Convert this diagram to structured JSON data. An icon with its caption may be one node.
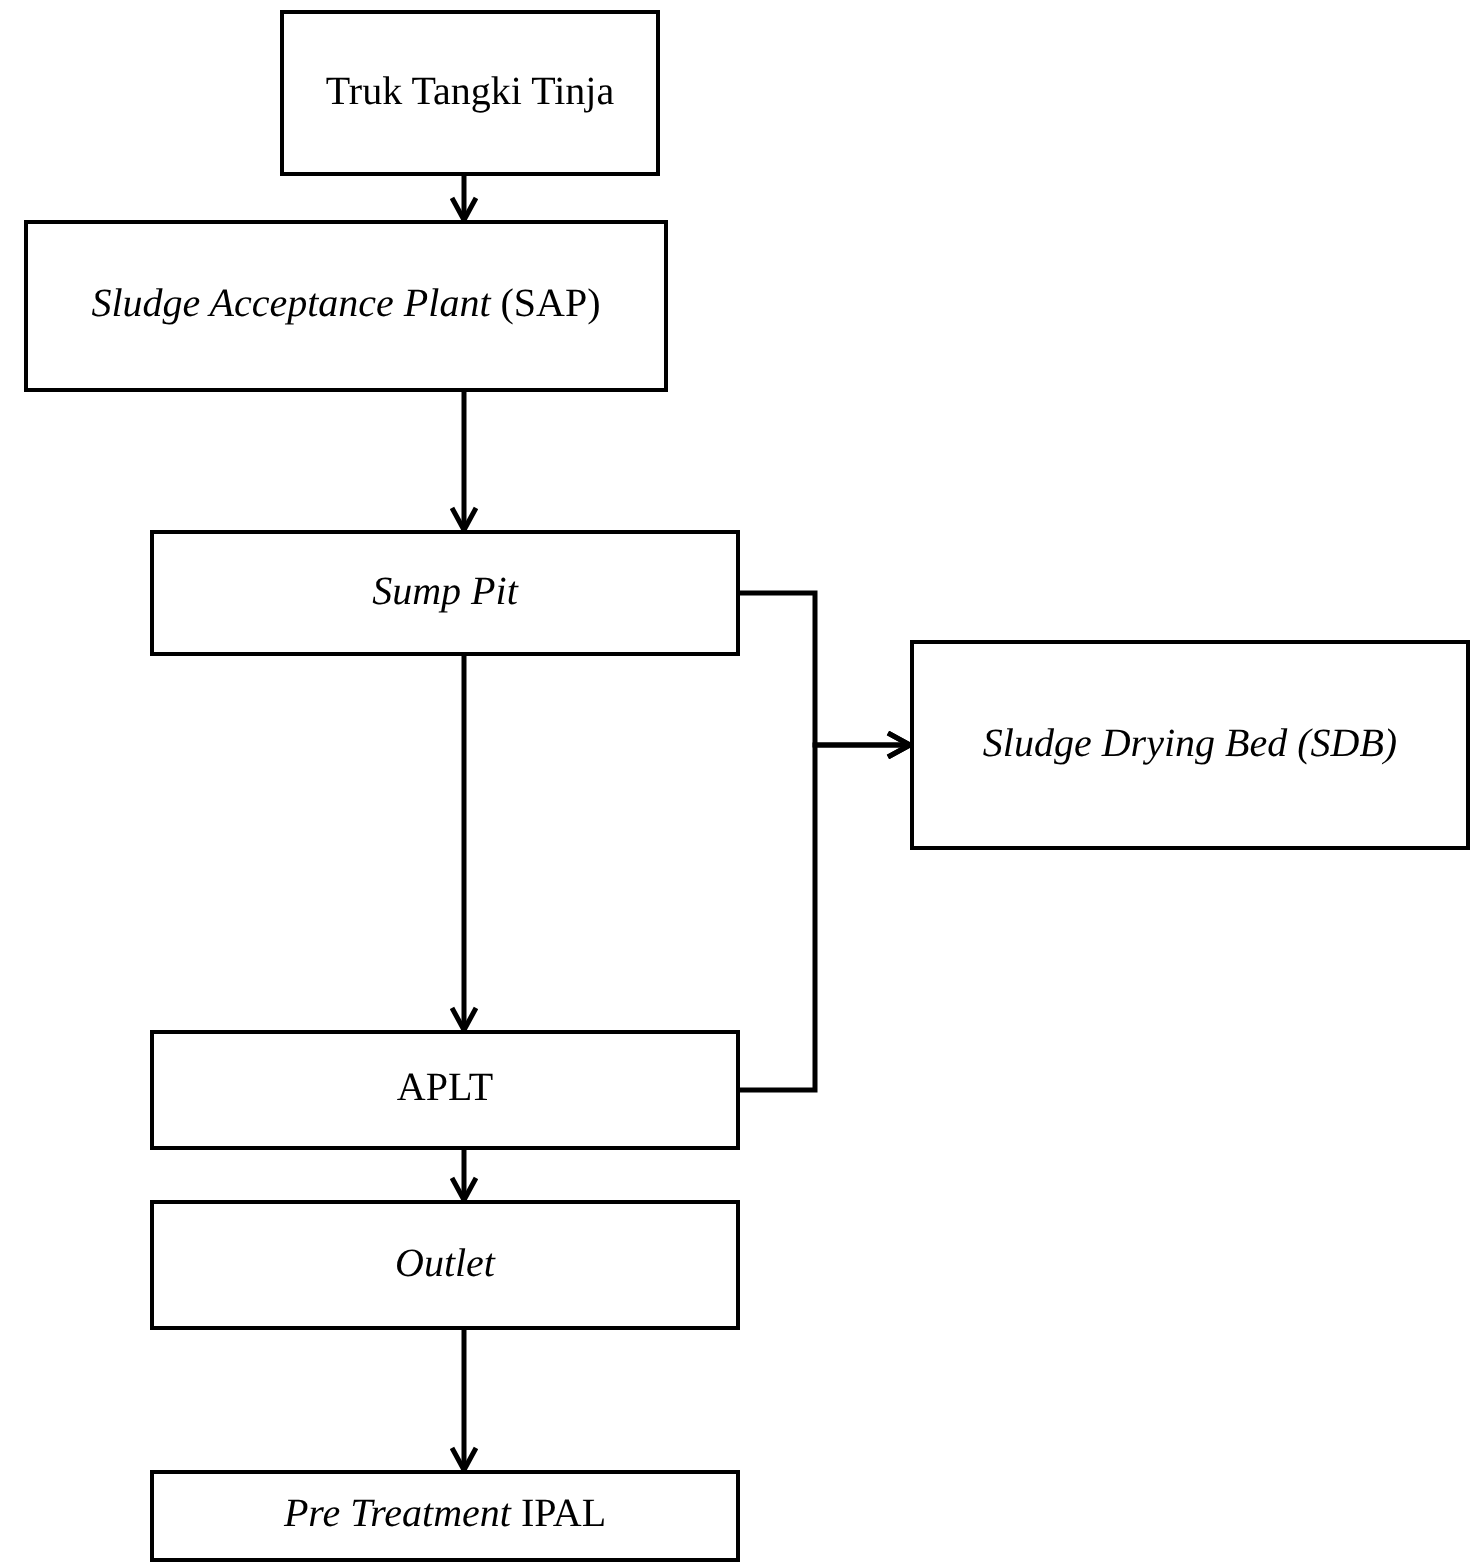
{
  "diagram": {
    "nodes": [
      {
        "text": [
          "Truk Tangki Tinja"
        ]
      },
      {
        "text": [
          "*Sludge Acceptance Plant* (SAP)"
        ]
      },
      {
        "text": [
          "Sump Pit"
        ]
      },
      {
        "text": [
          "Sludge Drying Bed (SDB)"
        ]
      },
      {
        "text": [
          "APLT"
        ]
      },
      {
        "text": [
          "Outlet"
        ]
      },
      {
        "text": [
          "*Pre Treatment* IPAL"
        ]
      }
    ],
    "edges": [
      {
        "from": 0,
        "to": 1,
        "arrow": "to"
      },
      {
        "from": 1,
        "to": 2,
        "arrow": "to"
      },
      {
        "from": 2,
        "to": 4,
        "arrow": "to"
      },
      {
        "from": 2,
        "to": 3,
        "arrow": "to"
      },
      {
        "from": 4,
        "to": 3,
        "arrow": "to"
      },
      {
        "from": 4,
        "to": 5,
        "arrow": "to"
      },
      {
        "from": 5,
        "to": 6,
        "arrow": "to"
      }
    ]
  }
}
